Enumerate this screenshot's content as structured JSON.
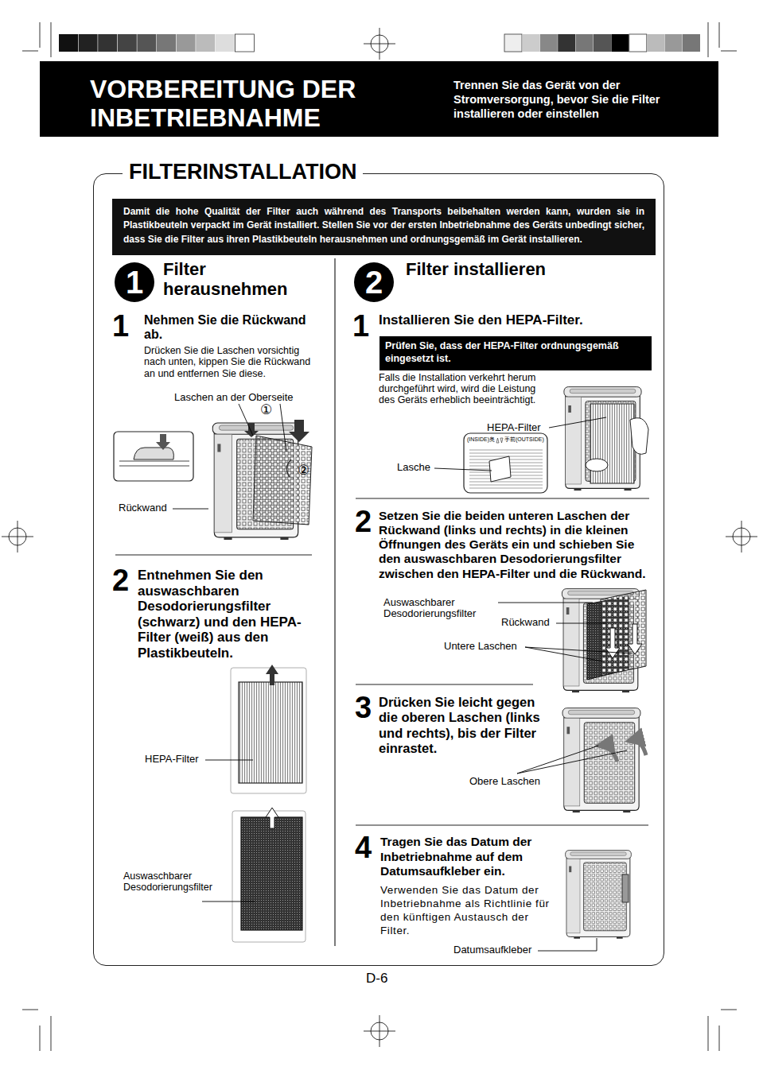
{
  "diagram": {
    "title": "VORBEREITUNG DER INBETRIEBNAHME",
    "nodes": [
      {
        "text": [
          "Trennen Sie das Gerät von der Stromversorgung, bevor Sie die Filter installieren oder einstellen"
        ]
      },
      {
        "text": [
          "FILTERINSTALLATION"
        ]
      },
      {
        "text": [
          "Damit die hohe Qualität der Filter auch während des Transports beibehalten werden kann, wurden sie in Plastikbeuteln verpackt im Gerät installiert. Stellen Sie vor der ersten Inbetriebnahme des Geräts unbedingt sicher, dass Sie die Filter aus ihren Plastikbeuteln herausnehmen und ordnungsgemäß im Gerät installieren."
        ],
        "in": 1
      },
      {
        "text": [
          "1"
        ],
        "in": 1
      },
      {
        "text": [
          "2"
        ],
        "in": 1
      },
      {
        "text": [
          "Prüfen Sie, dass der HEPA-Filter ordnungsgemäß eingesetzt ist."
        ],
        "in": 1
      }
    ],
    "edges": [],
    "labels": [
      "Filter herausnehmen",
      "1",
      "Nehmen Sie die Rückwand ab.",
      "Drücken Sie die Laschen vorsichtig nach unten, kippen Sie die Rückwand an und entfernen Sie diese.",
      "Laschen an der Oberseite",
      "①",
      "②",
      "Rückwand",
      "2",
      "Entnehmen Sie den auswaschbaren Desodorierungsfilter (schwarz) und den HEPA-Filter (weiß) aus den Plastikbeuteln.",
      "HEPA-Filter",
      "Auswaschbarer Desodorierungsfilter",
      "Filter installieren",
      "1",
      "Installieren Sie den HEPA-Filter.",
      "Falls die Installation verkehrt herum durchgeführt wird, wird die Leistung des Geräts erheblich beeinträchtigt.",
      "HEPA-Filter",
      "(INSIDE)奥",
      "手前(OUTSIDE)",
      "Lasche",
      "2",
      "Setzen Sie die beiden unteren Laschen der Rückwand (links und rechts) in die kleinen Öffnungen des Geräts ein und schieben Sie den auswaschbaren Desodorierungsfilter zwischen den HEPA-Filter und die Rückwand.",
      "Auswaschbarer Desodorierungsfilter",
      "Rückwand",
      "Untere Laschen",
      "3",
      "Drücken Sie leicht gegen die oberen Laschen (links und rechts), bis der Filter einrastet.",
      "Obere Laschen",
      "4",
      "Tragen Sie das Datum der Inbetriebnahme auf dem Datumsaufkleber ein.",
      "Verwenden Sie das Datum der Inbetriebnahme als Richtlinie für den künftigen Austausch der Filter.",
      "Datumsaufkleber",
      "D-6"
    ]
  }
}
